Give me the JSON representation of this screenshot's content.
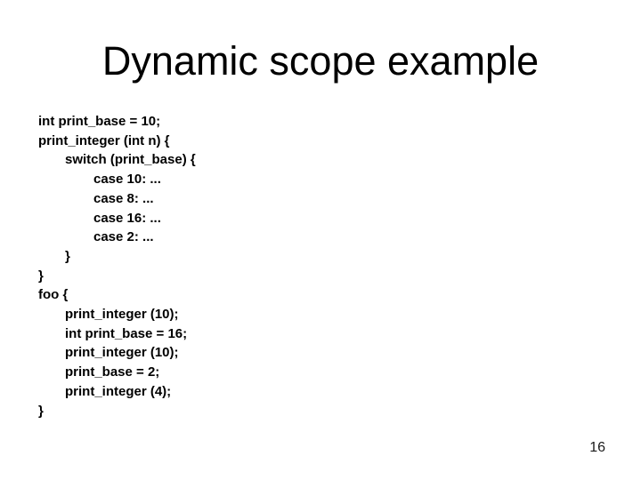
{
  "slide": {
    "title": "Dynamic scope example",
    "page_number": "16",
    "colors": {
      "background": "#ffffff",
      "title_text": "#000000",
      "code_text": "#000000",
      "page_number_text": "#1a1a1a"
    },
    "code_lines": [
      {
        "text": "int print_base = 10;",
        "indent": 0
      },
      {
        "text": "print_integer (int n) {",
        "indent": 0
      },
      {
        "text": "switch (print_base) {",
        "indent": 1
      },
      {
        "text": "case 10: ...",
        "indent": 2
      },
      {
        "text": "case 8: ...",
        "indent": 2
      },
      {
        "text": "case 16: ...",
        "indent": 2
      },
      {
        "text": "case 2: ...",
        "indent": 2
      },
      {
        "text": "}",
        "indent": 1
      },
      {
        "text": "}",
        "indent": 0
      },
      {
        "text": "foo {",
        "indent": 0
      },
      {
        "text": "print_integer (10);",
        "indent": 1
      },
      {
        "text": "int print_base = 16;",
        "indent": 1
      },
      {
        "text": "print_integer (10);",
        "indent": 1
      },
      {
        "text": "print_base = 2;",
        "indent": 1
      },
      {
        "text": "print_integer (4);",
        "indent": 1
      },
      {
        "text": "}",
        "indent": 0
      }
    ]
  }
}
